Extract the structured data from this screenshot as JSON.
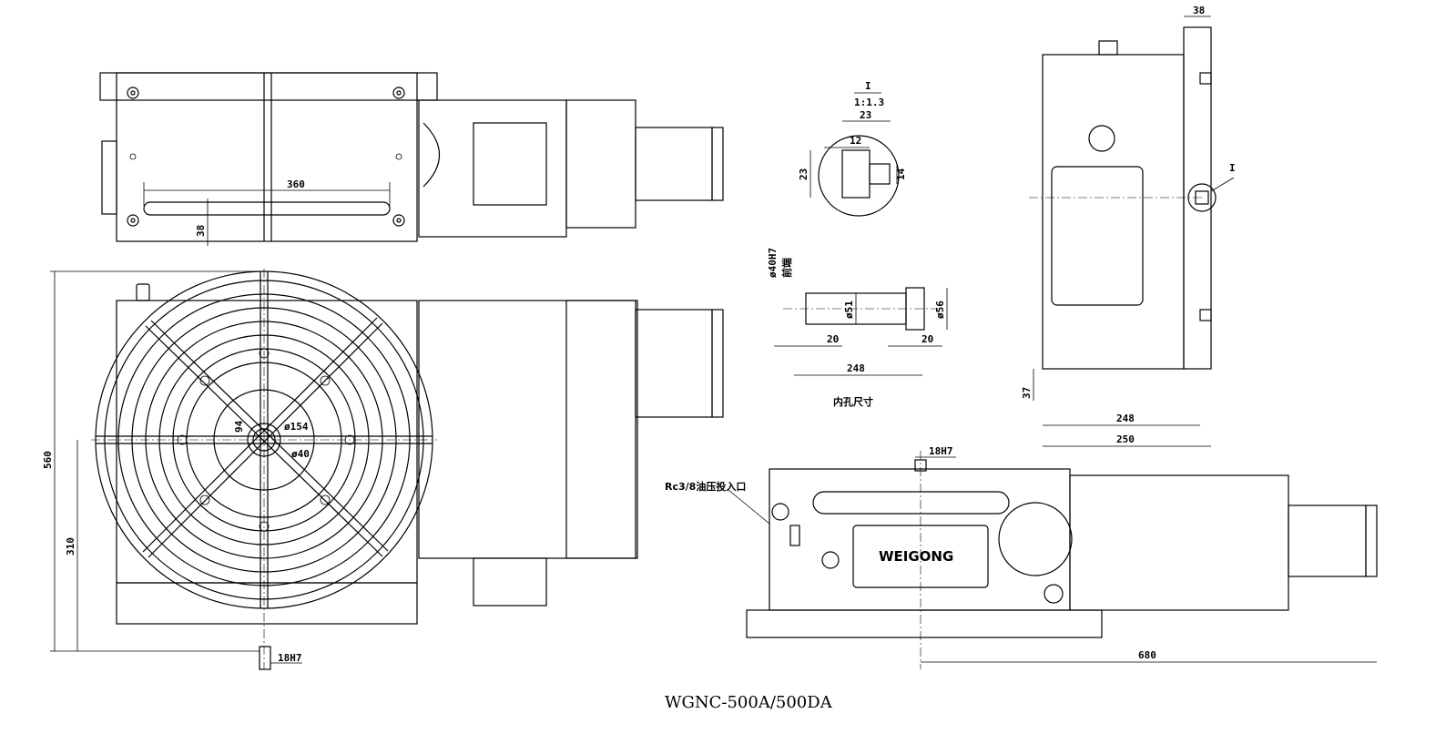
{
  "title": "WGNC-500A/500DA",
  "brand_plate": "WEIGONG",
  "dimensions": {
    "top_slot_length": "360",
    "top_slot_offset": "38",
    "overall_height": "560",
    "center_height": "310",
    "bore_94": "94",
    "table_dia": "ø154",
    "bore_dia": "ø40",
    "t_slot_front": "18H7",
    "detail_title": "I",
    "detail_scale": "1:1.3",
    "detail_23_top": "23",
    "detail_12": "12",
    "detail_23_left": "23",
    "detail_14": "14",
    "bore_spec": "ø40H7",
    "bore_front": "前端",
    "bore_51": "ø51",
    "bore_56": "ø56",
    "bore_20_left": "20",
    "bore_20_right": "20",
    "bore_248": "248",
    "bore_caption": "内孔尺寸",
    "side_38": "38",
    "side_detail_marker": "I",
    "side_37": "37",
    "side_248": "248",
    "side_250": "250",
    "front_18h7": "18H7",
    "oil_inlet": "Rc3/8油压投入口",
    "front_680": "680"
  }
}
